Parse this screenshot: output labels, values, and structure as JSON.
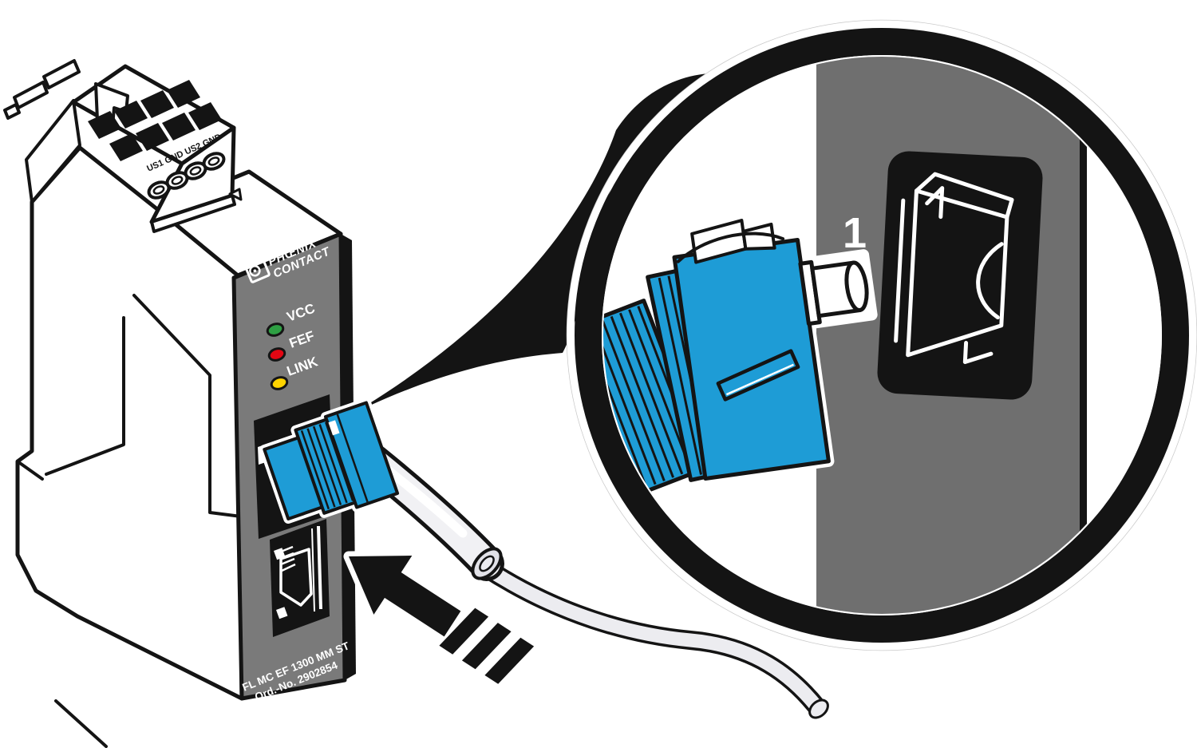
{
  "device": {
    "kind": "fiber-optic media converter",
    "brand": {
      "line1": "PHŒNIX",
      "line2": "CONTACT"
    },
    "leds": [
      {
        "label": "VCC",
        "color": "#2E9F43"
      },
      {
        "label": "FEF",
        "color": "#E30613"
      },
      {
        "label": "LINK",
        "color": "#FFD400"
      }
    ],
    "terminal_label": "US1 GND US2 GND",
    "bottom_label": {
      "line1": "FL MC EF 1300 MM ST",
      "line2": "Ord.-No. 2902854"
    }
  },
  "callout": {
    "port_number": "1"
  },
  "colors": {
    "connector_blue": "#1E9CD6",
    "device_panel_gray": "#7A7A7A",
    "magnifier_panel_gray": "#6F6F6F",
    "cable_gray": "#EDEDF0",
    "outline_black": "#141414",
    "led_green": "#2E9F43",
    "led_red": "#E30613",
    "led_yellow": "#FFD400"
  }
}
